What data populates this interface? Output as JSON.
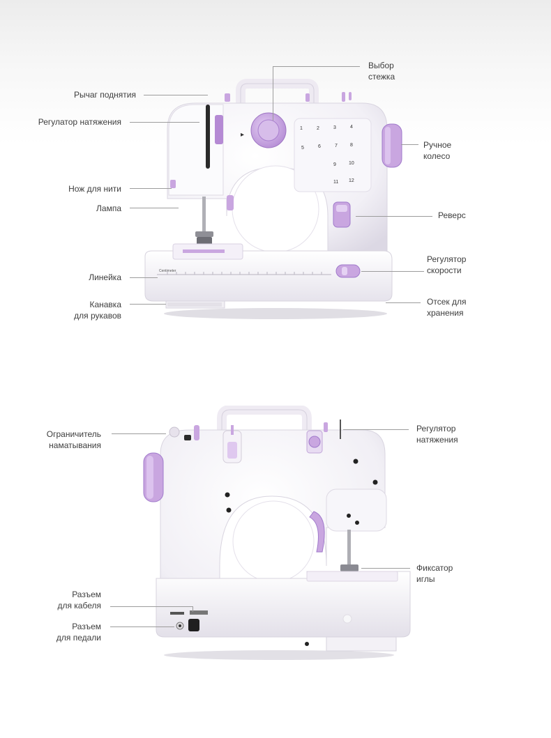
{
  "front_view": {
    "labels": {
      "lever": "Рычаг поднятия",
      "tension": "Регулатор натяжения",
      "cutter": "Нож для нити",
      "lamp": "Лампа",
      "ruler": "Линейка",
      "sleeve": "Канавка\nдля рукавов",
      "stitch": "Выбор\nстежка",
      "handwheel": "Ручное\nколесо",
      "reverse": "Реверс",
      "speed": "Регулятор\nскорости",
      "storage": "Отсек для\nхранения"
    },
    "stitch_numbers": [
      "1",
      "2",
      "3",
      "4",
      "5",
      "6",
      "7",
      "8",
      "9",
      "10",
      "11",
      "12"
    ],
    "ruler_text": "Centimeter"
  },
  "back_view": {
    "labels": {
      "winder": "Ограничитель\nнаматывания",
      "tension": "Регулятор\nнатяжения",
      "needle": "Фиксатор\nиглы",
      "cable": "Разъем\nдля кабеля",
      "pedal": "Разъем\nдля педали"
    }
  },
  "colors": {
    "lavender": "#c9a6e0",
    "lavender_dark": "#a97fcf",
    "body": "#f4f2f8"
  }
}
